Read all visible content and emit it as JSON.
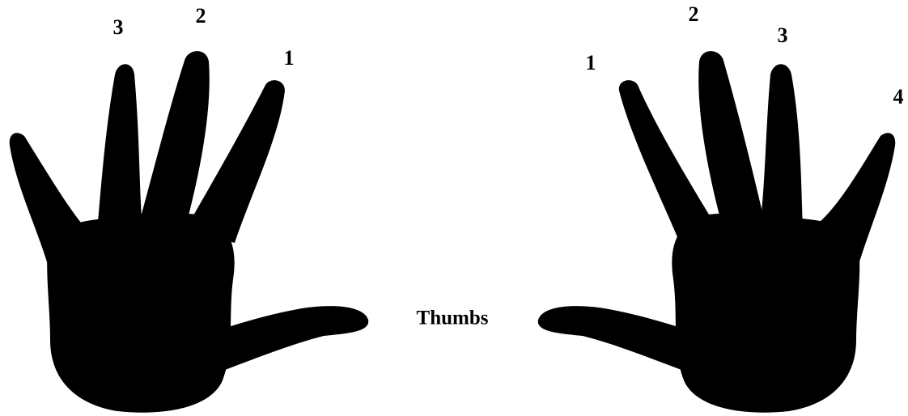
{
  "colors": {
    "background": "#ffffff",
    "hand": "#000000",
    "text": "#000000"
  },
  "center_label": "Thumbs",
  "left_hand": {
    "finger_labels": [
      "3",
      "2",
      "1"
    ]
  },
  "right_hand": {
    "finger_labels": [
      "1",
      "2",
      "3",
      "4"
    ]
  }
}
